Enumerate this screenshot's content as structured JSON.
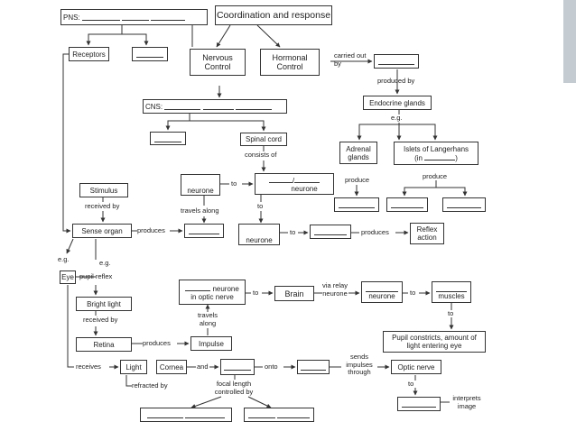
{
  "diagram": {
    "boxes": {
      "pns": "PNS:",
      "coordination": "Coordination and response",
      "receptors": "Receptors",
      "nervous": "Nervous Control",
      "hormonal": "Hormonal Control",
      "cns": "CNS:",
      "endocrine": "Endocrine glands",
      "spinal_cord": "Spinal cord",
      "adrenal": "Adrenal glands",
      "islets": "Islets of Langerhans",
      "islets_in": "(in",
      "islets_close": ")",
      "stimulus": "Stimulus",
      "neurone_a": "neurone",
      "neurone_b": "neurone",
      "neurone_c": "neurone",
      "sense_organ": "Sense organ",
      "reflex": "Reflex action",
      "eye": "Eye",
      "bright_light": "Bright light",
      "neurone_optic": "neurone in optic nerve",
      "brain": "Brain",
      "neurone_d": "neurone",
      "muscles": "muscles",
      "retina": "Retina",
      "impulse": "Impulse",
      "pupil": "Pupil constricts, amount of light entering eye",
      "light": "Light",
      "cornea": "Cornea",
      "optic_nerve": "Optic nerve"
    },
    "labels": {
      "carried_out_by": "carried out by",
      "produced_by": "produced by",
      "eg1": "e.g.",
      "consists_of": "consists of",
      "produce1": "produce",
      "produce2": "produce",
      "to1": "to",
      "slash": "/",
      "received_by1": "received by",
      "travels_along1": "travels along",
      "to2": "to",
      "produces1": "produces",
      "to3": "to",
      "produces2": "produces",
      "eg2": "e.g.",
      "eg3": "e.g.",
      "pupil_reflex": "pupil reflex",
      "to4": "to",
      "via_relay": "via relay neurone",
      "to5": "to",
      "to6": "to",
      "received_by2": "received by",
      "travels_along2": "travels along",
      "produces3": "produces",
      "receives": "receives",
      "and": "and",
      "onto": "onto",
      "sends_impulses": "sends impulses through",
      "refracted_by": "refracted by",
      "focal_length": "focal length controlled by",
      "to7": "to",
      "interprets": "interprets image"
    }
  }
}
